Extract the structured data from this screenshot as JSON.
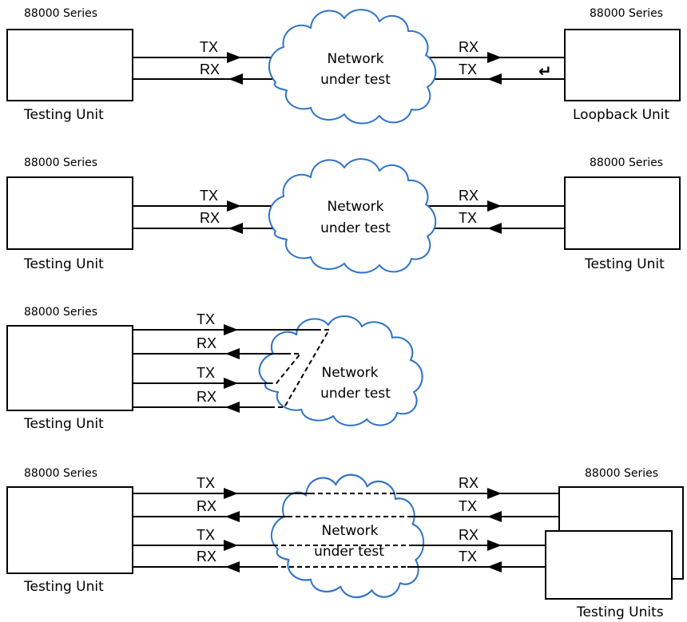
{
  "series_label": "88000 Series",
  "network_line1": "Network",
  "network_line2": "under test",
  "tx": "TX",
  "rx": "RX",
  "testing_unit": "Testing Unit",
  "loopback_unit": "Loopback Unit",
  "testing_units": "Testing Units",
  "loop_symbol": "↵"
}
